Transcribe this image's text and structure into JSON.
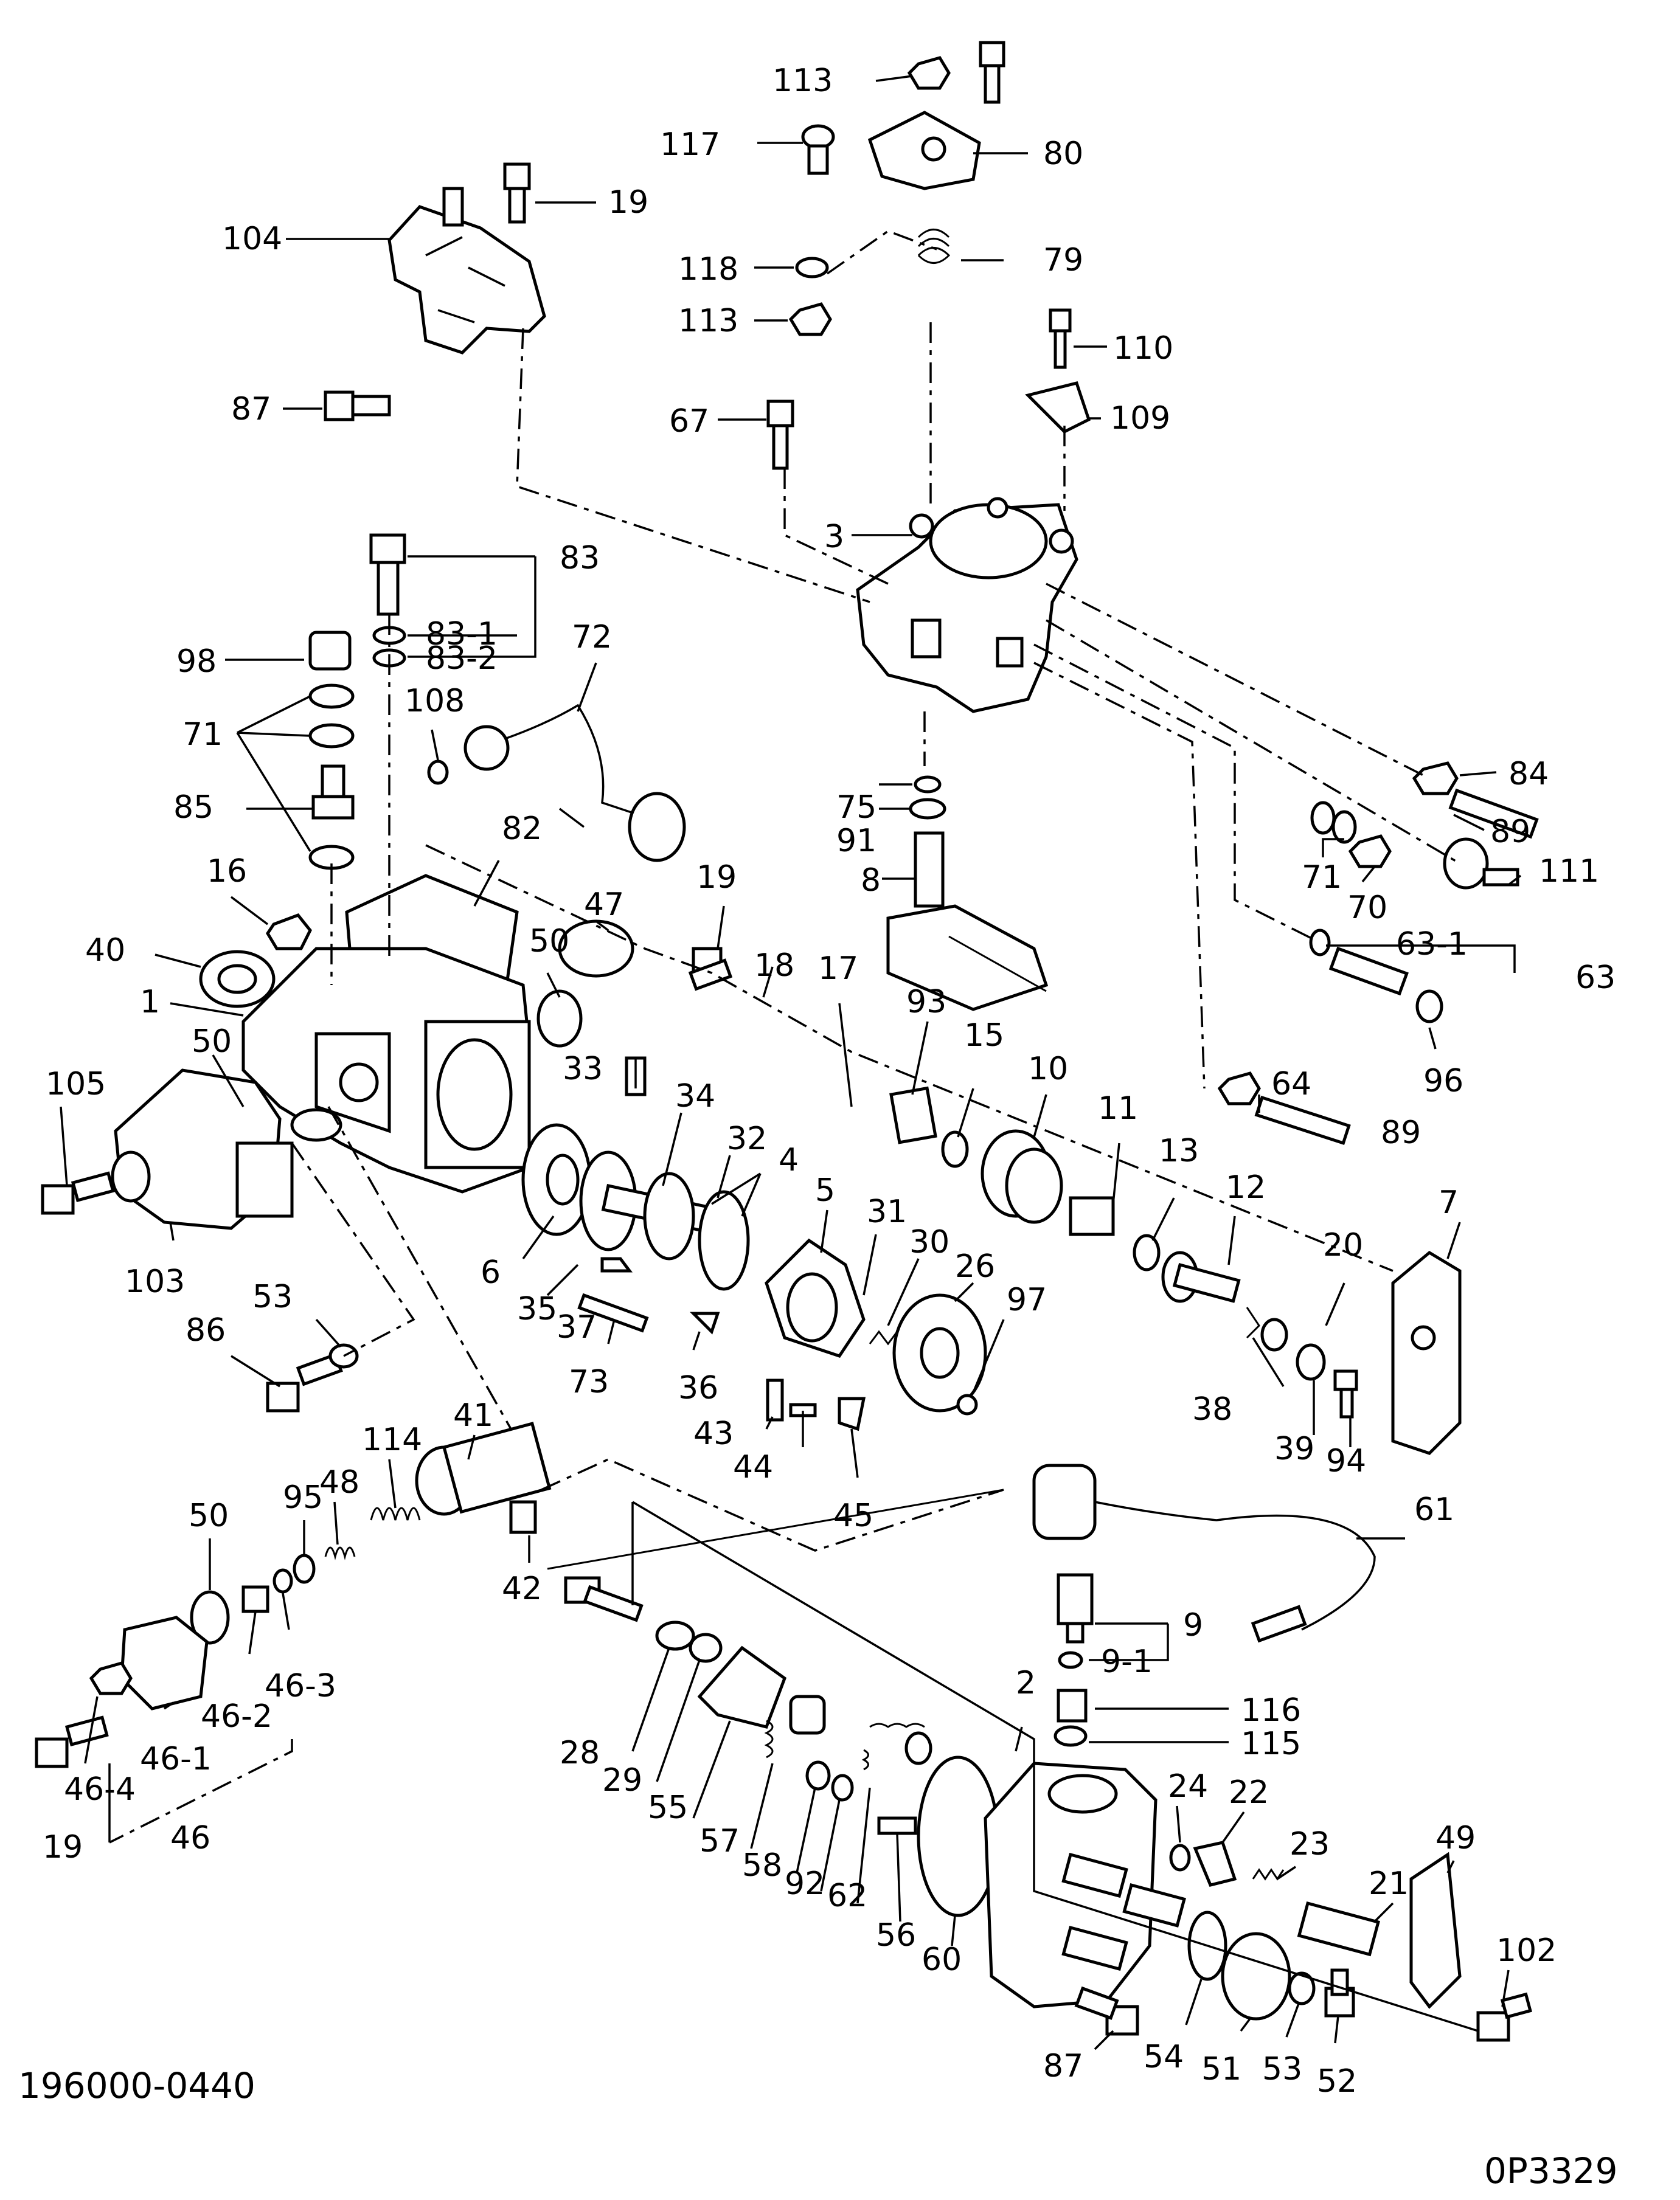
{
  "drawing": {
    "part_number": "196000-0440",
    "figure_code": "0P3329"
  },
  "callouts": [
    "113",
    "117",
    "80",
    "19",
    "104",
    "118",
    "79",
    "113",
    "110",
    "87",
    "109",
    "67",
    "3",
    "83",
    "83-1",
    "83-2",
    "72",
    "98",
    "108",
    "71",
    "85",
    "84",
    "89",
    "75",
    "91",
    "71",
    "70",
    "111",
    "8",
    "82",
    "16",
    "47",
    "19",
    "40",
    "50",
    "18",
    "17",
    "63-1",
    "63",
    "1",
    "93",
    "15",
    "10",
    "96",
    "105",
    "50",
    "33",
    "34",
    "32",
    "11",
    "64",
    "13",
    "12",
    "89",
    "7",
    "4",
    "31",
    "30",
    "5",
    "26",
    "97",
    "20",
    "6",
    "35",
    "37",
    "73",
    "36",
    "38",
    "103",
    "86",
    "53",
    "43",
    "44",
    "39",
    "94",
    "45",
    "41",
    "114",
    "48",
    "95",
    "50",
    "42",
    "61",
    "9",
    "9-1",
    "116",
    "46-3",
    "46-2",
    "115",
    "46-1",
    "2",
    "28",
    "24",
    "22",
    "29",
    "23",
    "55",
    "21",
    "57",
    "49",
    "46-4",
    "58",
    "92",
    "62",
    "19",
    "46",
    "56",
    "60",
    "102",
    "54",
    "51",
    "53",
    "52",
    "87"
  ]
}
